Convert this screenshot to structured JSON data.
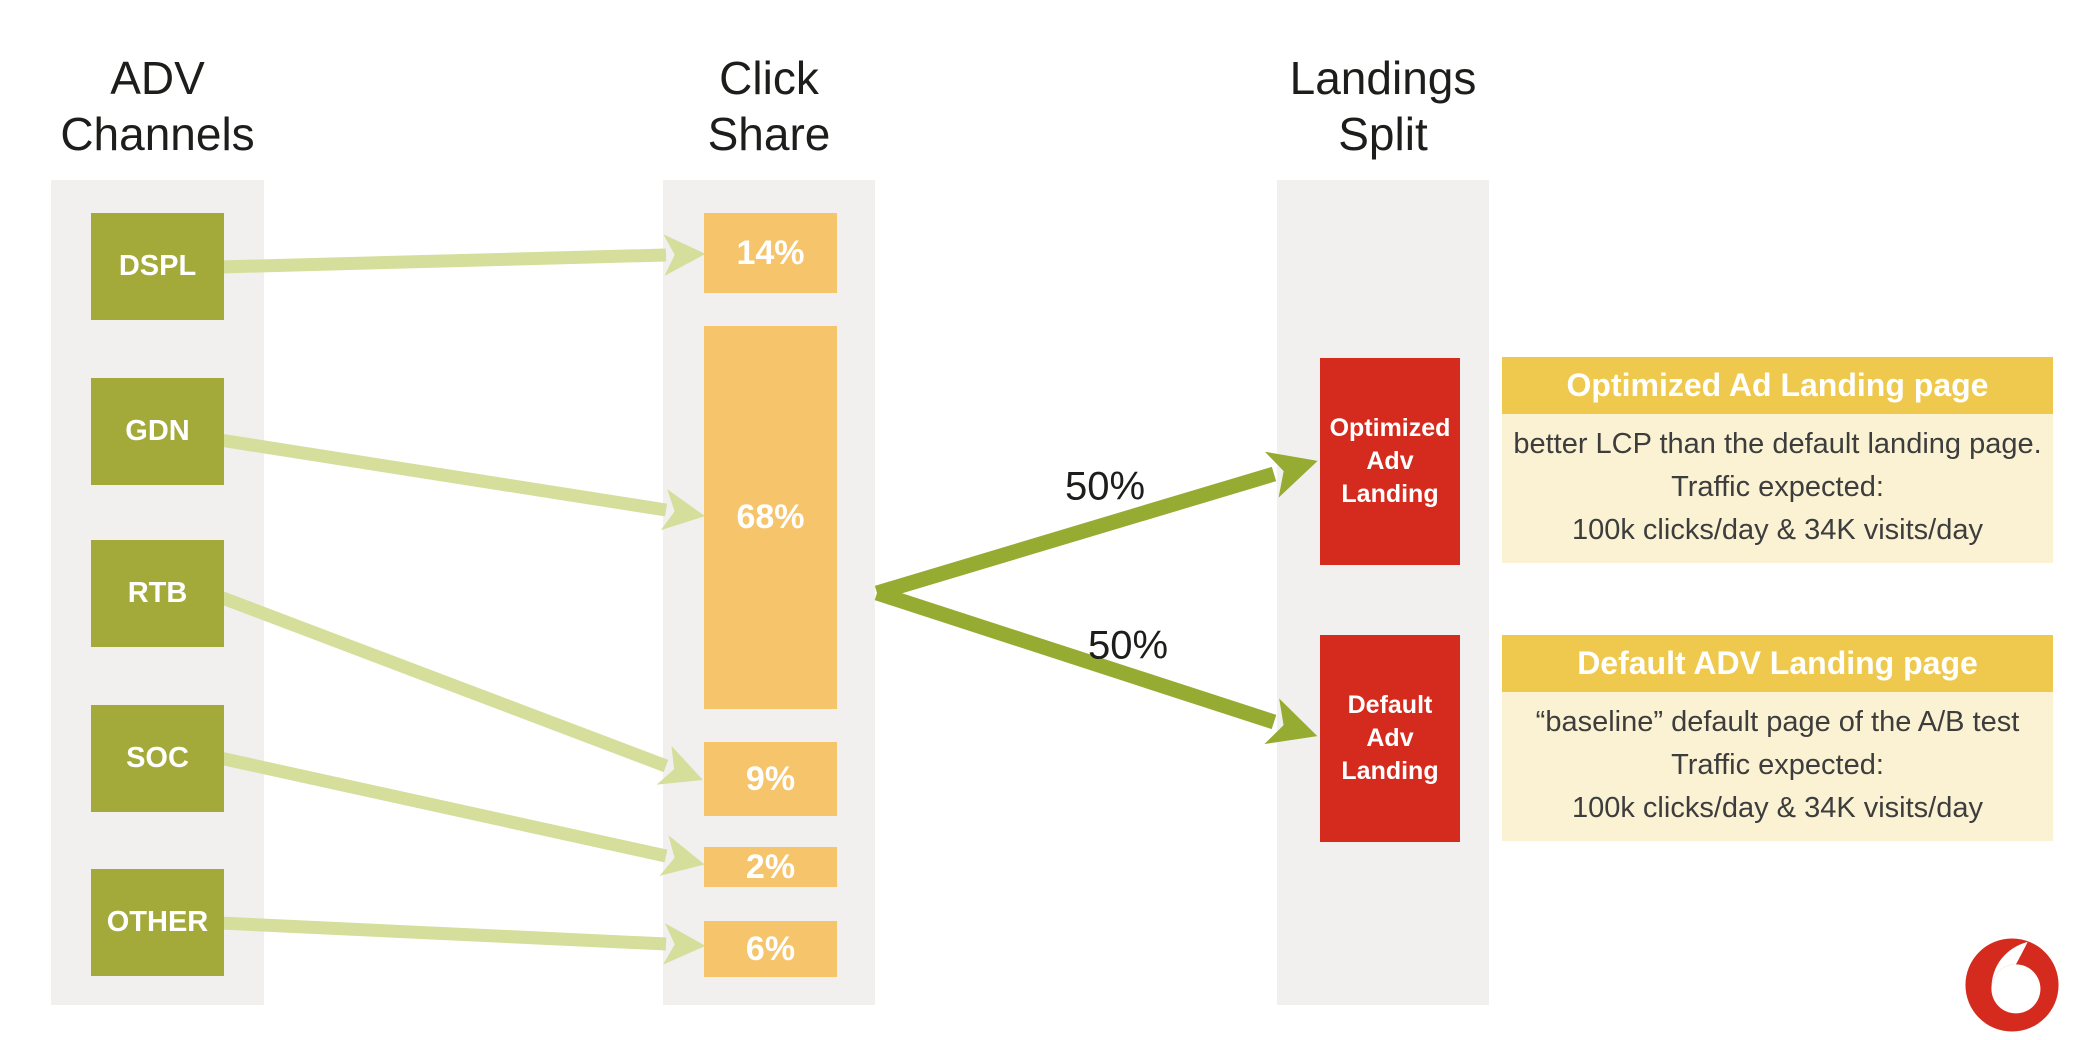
{
  "columns": {
    "adv_channels": {
      "title": [
        "ADV",
        "Channels"
      ]
    },
    "click_share": {
      "title": [
        "Click",
        "Share"
      ]
    },
    "landings_split": {
      "title": [
        "Landings",
        "Split"
      ]
    }
  },
  "channels": [
    {
      "label": "DSPL",
      "share": "14%"
    },
    {
      "label": "GDN",
      "share": "68%"
    },
    {
      "label": "RTB",
      "share": "9%"
    },
    {
      "label": "SOC",
      "share": "2%"
    },
    {
      "label": "OTHER",
      "share": "6%"
    }
  ],
  "split": {
    "top_label": "50%",
    "bottom_label": "50%"
  },
  "landings": [
    {
      "lines": [
        "Optimized",
        "Adv",
        "Landing"
      ]
    },
    {
      "lines": [
        "Default",
        "Adv",
        "Landing"
      ]
    }
  ],
  "panels": [
    {
      "title": "Optimized Ad Landing page",
      "body": [
        "better LCP than the default landing page.",
        "Traffic expected:",
        "100k clicks/day  & 34K visits/day"
      ]
    },
    {
      "title": "Default ADV Landing page",
      "body": [
        "“baseline” default page of the A/B test",
        "Traffic expected:",
        "100k clicks/day  & 34K visits/day"
      ]
    }
  ],
  "logo": {
    "brand": "Vodafone"
  },
  "colors": {
    "column_bg": "#f1f0ef",
    "channel_green": "#a3aa3a",
    "share_orange": "#f5c46b",
    "landing_red": "#d52b1e",
    "panel_header_gold": "#efc94d",
    "panel_body_cream": "#faf2d3",
    "arrow_light": "#d5de9b",
    "arrow_dark": "#96ab32",
    "logo_red": "#d52b1e",
    "text_dark": "#1d1d1b",
    "panel_text": "#3d3d3d"
  }
}
